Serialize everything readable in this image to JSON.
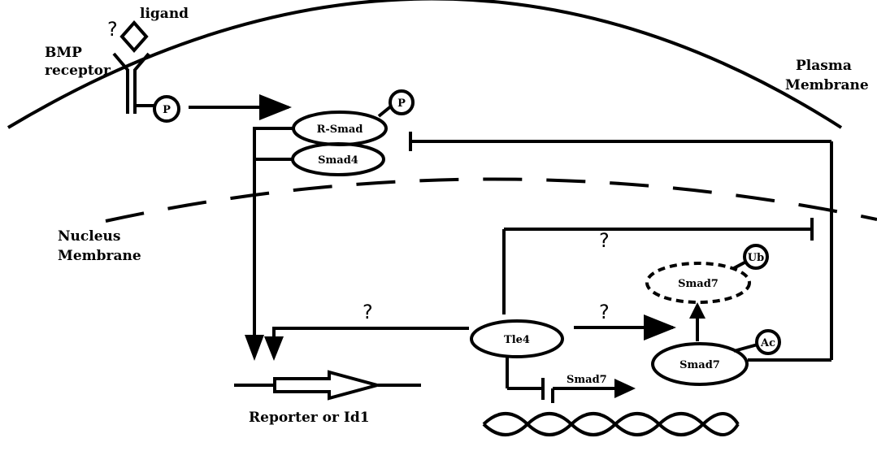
{
  "labels": {
    "ligand": "ligand",
    "bmp_receptor_line1": "BMP",
    "bmp_receptor_line2": "receptor",
    "plasma_membrane_line1": "Plasma",
    "plasma_membrane_line2": "Membrane",
    "nucleus_membrane_line1": "Nucleus",
    "nucleus_membrane_line2": "Membrane",
    "reporter": "Reporter or Id1",
    "smad7_gene": "Smad7"
  },
  "nodes": {
    "p_receptor": "P",
    "p_rsmad": "P",
    "r_smad": "R-Smad",
    "smad4": "Smad4",
    "tle4": "Tle4",
    "smad7_degraded": "Smad7",
    "smad7_acetylated": "Smad7",
    "ub": "Ub",
    "ac": "Ac"
  },
  "question_marks": {
    "ligand_receptor": "?",
    "tle4_to_reporter": "?",
    "tle4_inhibit_smad": "?",
    "tle4_to_smad7": "?"
  }
}
